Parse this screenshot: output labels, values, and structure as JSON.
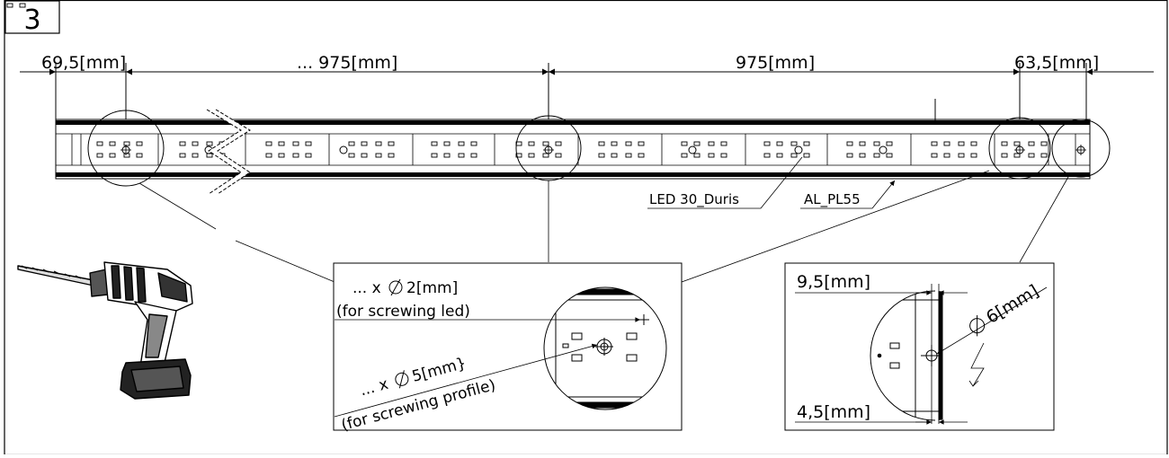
{
  "step": {
    "number": "3"
  },
  "dimensions": {
    "left_edge": "69,5[mm]",
    "span_left": "... 975[mm]",
    "span_right": "975[mm]",
    "right_edge": "63,5[mm]"
  },
  "labels": {
    "led": "LED 30_Duris",
    "profile": "AL_PL55"
  },
  "detail_center": {
    "drill_small": "... x",
    "drill_small_dia": "2[mm]",
    "drill_small_purpose": "(for screwing led)",
    "drill_large": "... x",
    "drill_large_dia": "5[mm}",
    "drill_large_purpose": "(for screwing profile)"
  },
  "detail_right": {
    "top_dim": "9,5[mm]",
    "hole_dim": "6[mm]",
    "bottom_dim": "4,5[mm]"
  },
  "icons": {
    "diameter": "diameter-icon",
    "drill": "drill-icon"
  }
}
